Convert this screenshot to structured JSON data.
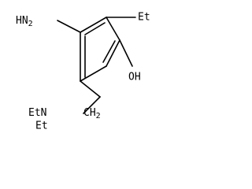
{
  "molecule": {
    "labels": {
      "amino": "H",
      "amino_n": "N",
      "amino_sub": "2",
      "ethyl_top": "Et",
      "hydroxyl": "OH",
      "diethylamino_et1": "Et",
      "diethylamino_n": "N",
      "diethylamino_et2": "Et",
      "methylene_c": "CH",
      "methylene_sub": "2"
    },
    "colors": {
      "bond": "#000000",
      "text": "#000000",
      "background": "#ffffff"
    }
  }
}
